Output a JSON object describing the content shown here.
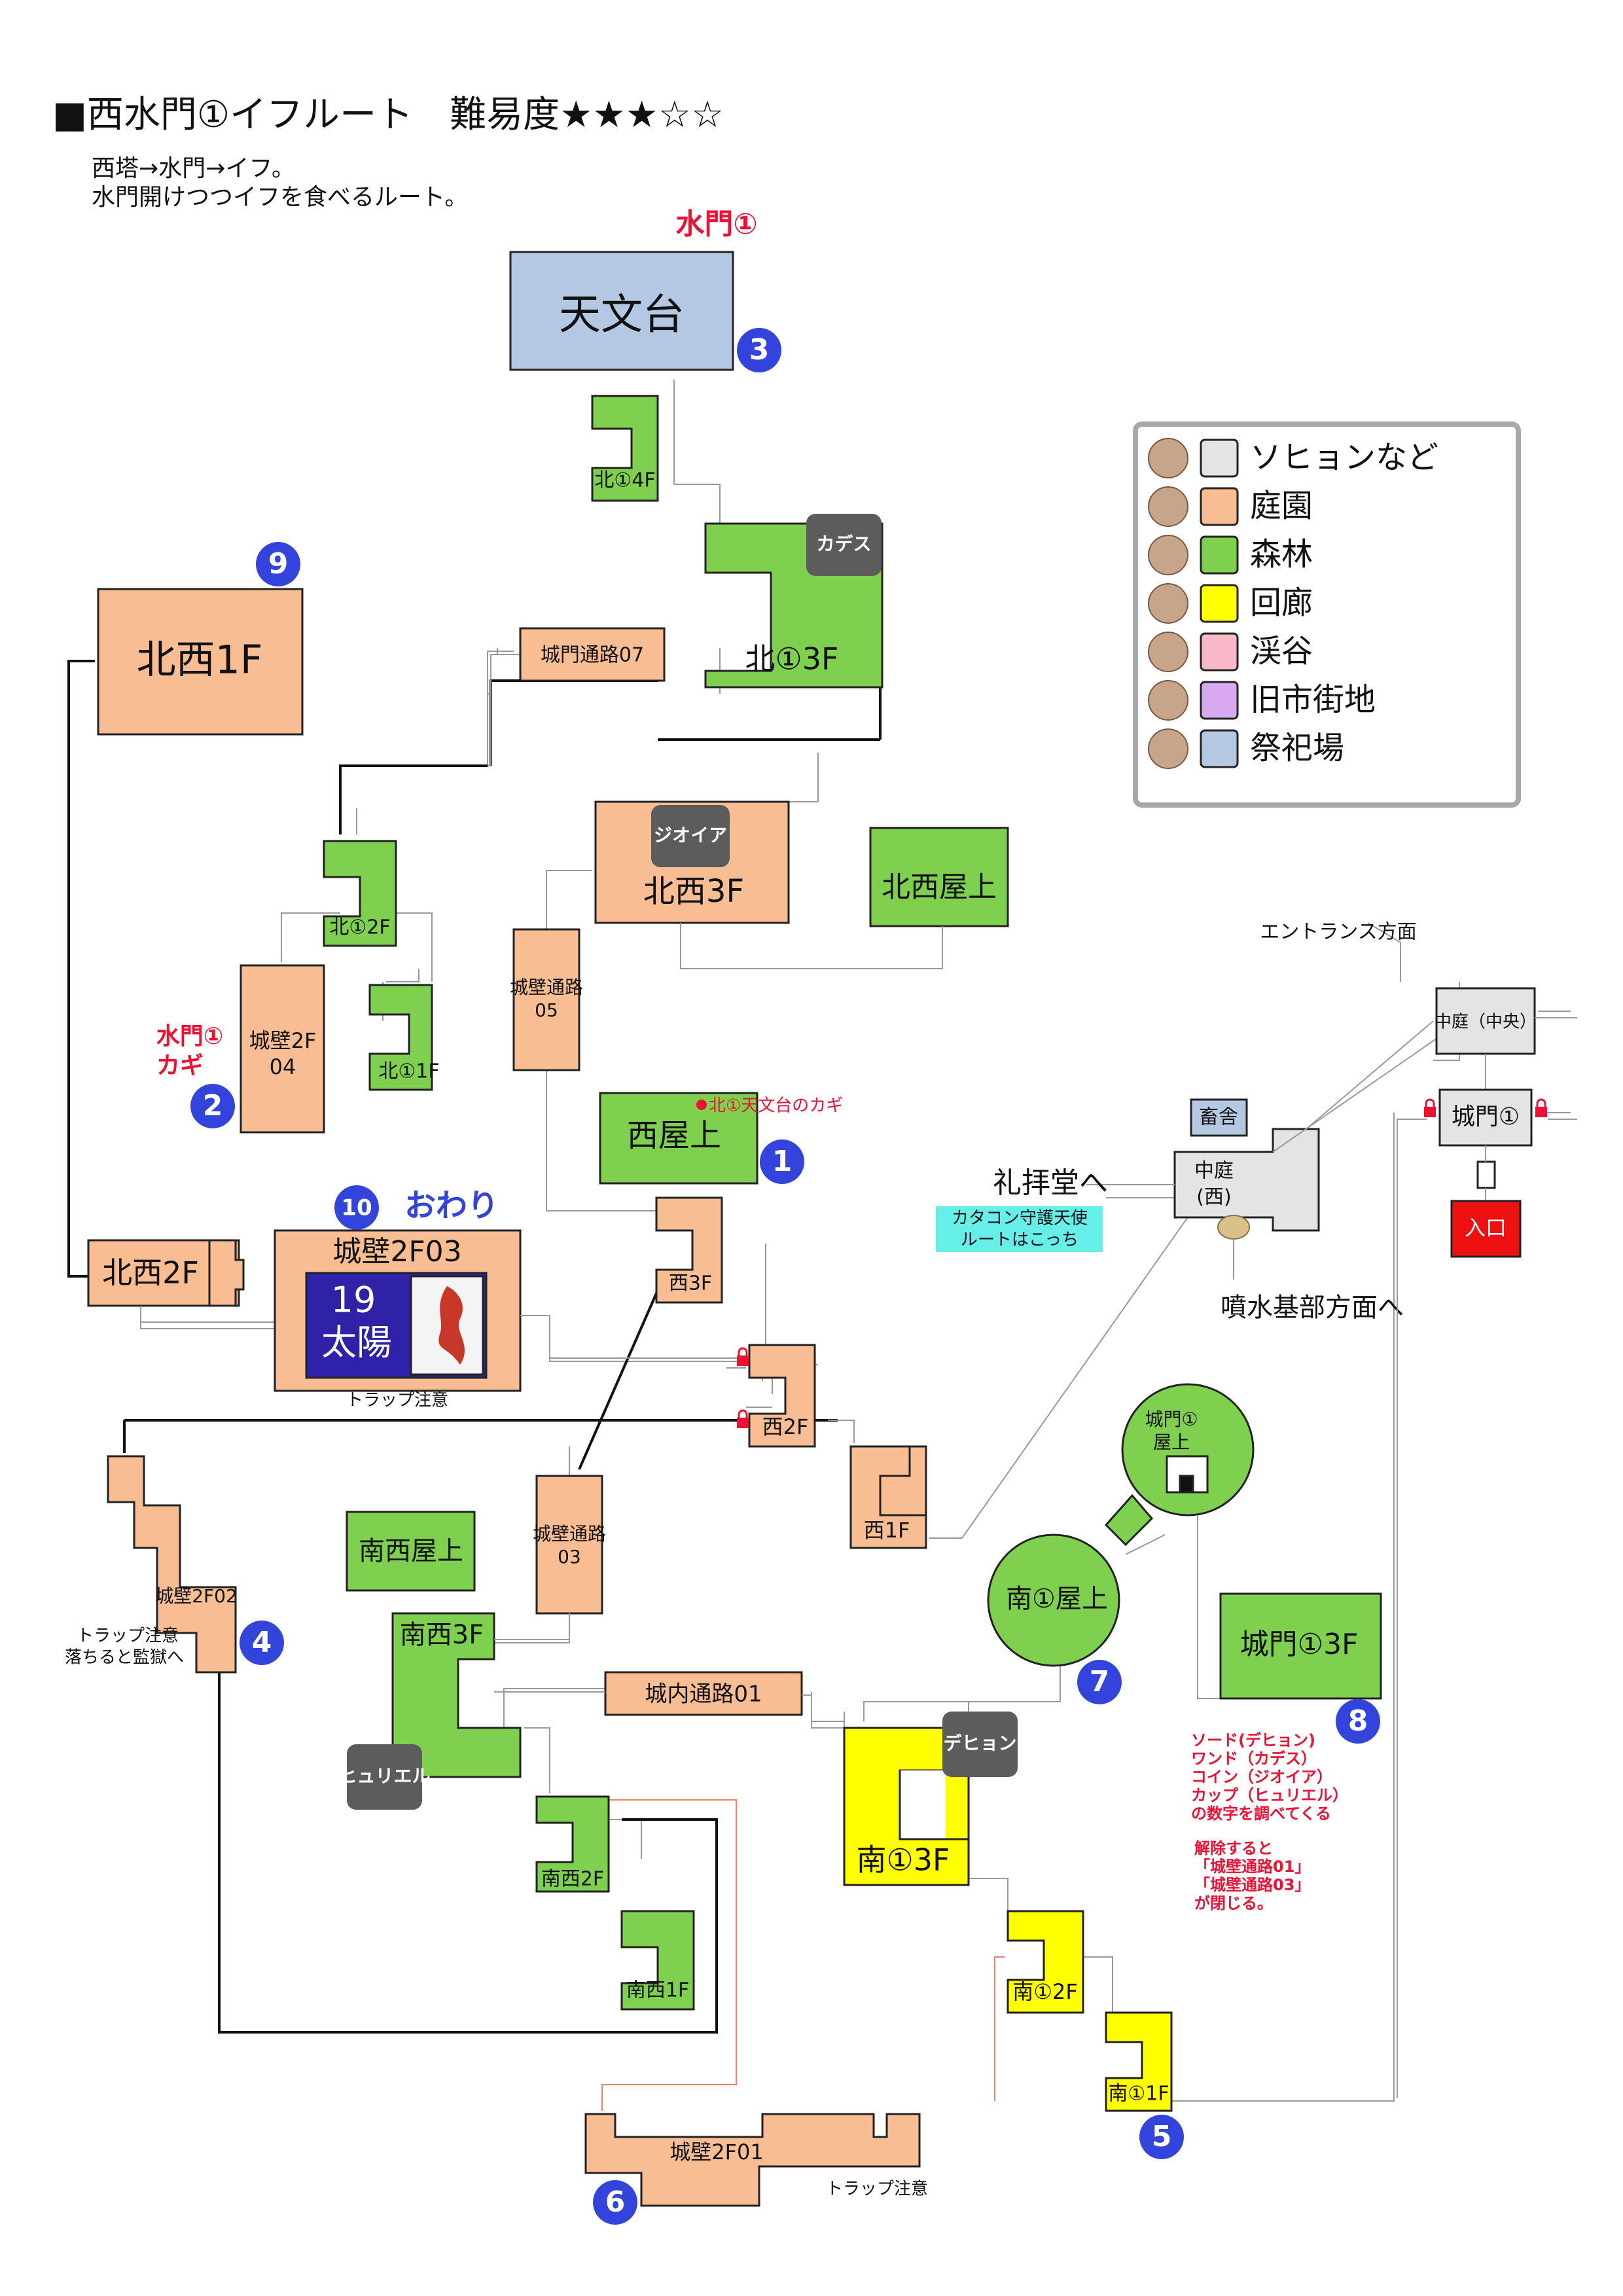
{
  "header": {
    "title": "■西水門①イフルート　難易度★★★☆☆",
    "desc1": "西塔→水門→イフ。",
    "desc2": "水門開けつつイフを食べるルート。"
  },
  "colors": {
    "sohyun": "#e4e4e4",
    "garden": "#f8bd92",
    "forest": "#80d050",
    "corridor": "#ffff00",
    "valley": "#f8b8c8",
    "oldtown": "#d8a8f0",
    "shrine": "#b4c8e4",
    "entrance": "#ee1111",
    "marker": "#3344dd",
    "alert": "#ee1133",
    "boss": "#5c5c5c"
  },
  "legend": [
    {
      "icon": "sohyun-monster-icon",
      "color_key": "sohyun",
      "label": "ソヒョンなど"
    },
    {
      "icon": "garden-monster-icon",
      "color_key": "garden",
      "label": "庭園"
    },
    {
      "icon": "forest-monster-icon",
      "color_key": "forest",
      "label": "森林"
    },
    {
      "icon": "corridor-monster-icon",
      "color_key": "corridor",
      "label": "回廊"
    },
    {
      "icon": "valley-monster-icon",
      "color_key": "valley",
      "label": "渓谷"
    },
    {
      "icon": "oldtown-monster-icon",
      "color_key": "oldtown",
      "label": "旧市街地"
    },
    {
      "icon": "shrine-monster-icon",
      "color_key": "shrine",
      "label": "祭祀場"
    }
  ],
  "rooms": {
    "tenmon": "天文台",
    "kita1_4f": "北①4F",
    "kita1_3f": "北①3F",
    "hokusei1f": "北西1F",
    "jomon07": "城門通路07",
    "kita1_2f": "北①2F",
    "kita1_1f": "北①1F",
    "hokusei3f": "北西3F",
    "hokusei_okujo": "北西屋上",
    "johe05_a": "城壁通路",
    "johe05_b": "05",
    "johe2f04_a": "城壁2F",
    "johe2f04_b": "04",
    "nishi_okujo": "西屋上",
    "nishi3f": "西3F",
    "hokusei2f": "北西2F",
    "johe2f03": "城壁2F03",
    "nishi2f": "西2F",
    "nishi1f": "西1F",
    "johe2f02": "城壁2F02",
    "nansei_okujo": "南西屋上",
    "nansei3f": "南西3F",
    "johe03_a": "城壁通路",
    "johe03_b": "03",
    "jonai01": "城内通路01",
    "nansei2f": "南西2F",
    "nansei1f": "南西1F",
    "minami1_okujo": "南①屋上",
    "jomon1_okujo_a": "城門①",
    "jomon1_okujo_b": "屋上",
    "jomon1_3f": "城門①3F",
    "minami1_3f": "南①3F",
    "minami1_2f": "南①2F",
    "minami1_1f": "南①1F",
    "johe2f01": "城壁2F01",
    "chikusha": "畜舎",
    "nakaniwa_nishi_a": "中庭",
    "nakaniwa_nishi_b": "(西)",
    "nakaniwa_chuo": "中庭（中央）",
    "jomon1": "城門①",
    "iriguchi": "入口"
  },
  "bosses": {
    "cadeth": "カデス",
    "jioia": "ジオイア",
    "hyurieru": "ヒュリエル",
    "dehyon": "デヒョン"
  },
  "boss_panel": {
    "number": "19",
    "name": "太陽"
  },
  "markers": [
    "1",
    "2",
    "3",
    "4",
    "5",
    "6",
    "7",
    "8",
    "9",
    "10"
  ],
  "notes": {
    "suimon1_top": "水門①",
    "suimon1_key_a": "水門①",
    "suimon1_key_b": "カギ",
    "owari": "おわり",
    "tenmon_key": "●北①天文台のカギ",
    "trap1": "トラップ注意",
    "trap2_a": "トラップ注意",
    "trap2_b": "落ちると監獄へ",
    "trap3": "トラップ注意",
    "entrance_dir": "エントランス方面",
    "reihaido": "礼拝堂へ",
    "catacomb_a": "カタコン守護天使",
    "catacomb_b": "ルートはこっち",
    "fountain": "噴水基部方面へ",
    "n8_1": "ソード(デヒョン)",
    "n8_2": "ワンド（カデス）",
    "n8_3": "コイン（ジオイア）",
    "n8_4": "カップ（ヒュリエル）",
    "n8_5": "の数字を調べてくる",
    "n8_6": "解除すると",
    "n8_7": "「城壁通路01」",
    "n8_8": "「城壁通路03」",
    "n8_9": "が閉じる。"
  }
}
